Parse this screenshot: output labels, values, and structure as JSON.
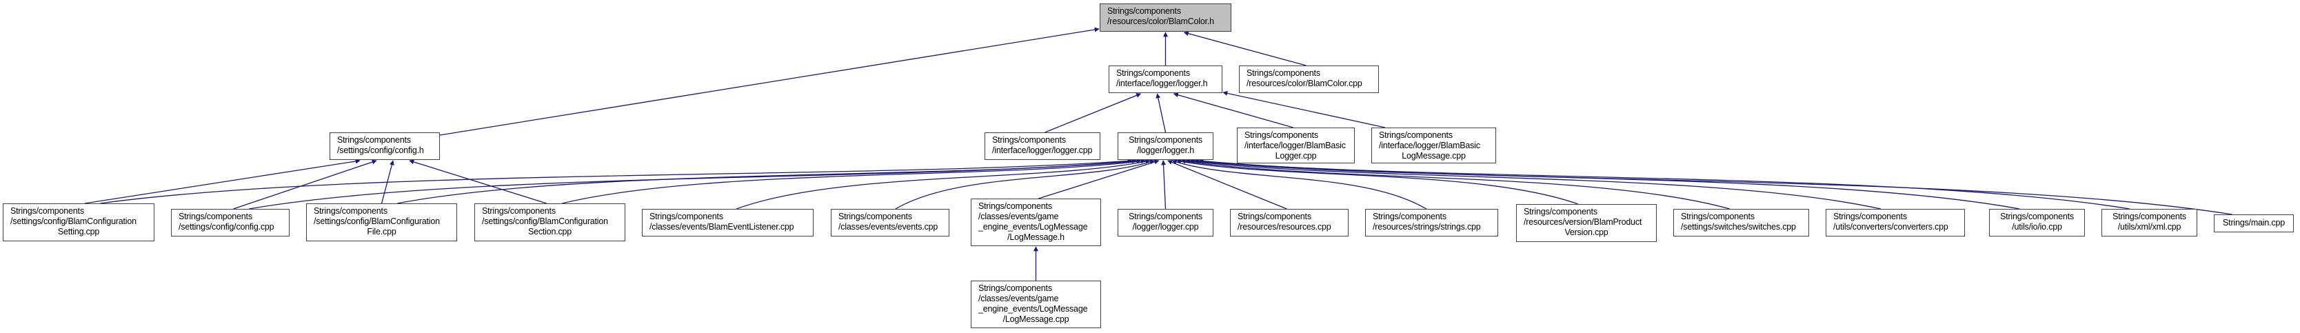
{
  "diagram": {
    "title": "Include dependency graph for Strings/components/resources/color/BlamColor.h",
    "colors": {
      "edge": "#191970",
      "node_border": "#404040",
      "focus_fill": "#bfbfbf",
      "node_fill": "#ffffff",
      "background": "#ffffff"
    },
    "nodes": [
      {
        "id": "blamcolor_h",
        "focus": true,
        "align": "left",
        "lines": [
          "Strings/components",
          "/resources/color/BlamColor.h"
        ]
      },
      {
        "id": "interface_logger_h",
        "align": "left",
        "lines": [
          "Strings/components",
          "/interface/logger/logger.h"
        ]
      },
      {
        "id": "blamcolor_cpp",
        "align": "left",
        "lines": [
          "Strings/components",
          "/resources/color/BlamColor.cpp"
        ]
      },
      {
        "id": "config_h",
        "align": "left",
        "lines": [
          "Strings/components",
          "/settings/config/config.h"
        ]
      },
      {
        "id": "interface_logger_cpp",
        "align": "left",
        "lines": [
          "Strings/components",
          "/interface/logger/logger.cpp"
        ]
      },
      {
        "id": "logger_logger_h",
        "align": "center",
        "lines": [
          "Strings/components",
          "/logger/logger.h"
        ]
      },
      {
        "id": "blambasiclogger_cpp",
        "align": "mixed",
        "lines": [
          "Strings/components",
          "/interface/logger/BlamBasic",
          "Logger.cpp"
        ]
      },
      {
        "id": "blambasiclogmessage_cpp",
        "align": "mixed",
        "lines": [
          "Strings/components",
          "/interface/logger/BlamBasic",
          "LogMessage.cpp"
        ]
      },
      {
        "id": "blamconfigsetting_cpp",
        "align": "mixed",
        "lines": [
          "Strings/components",
          "/settings/config/BlamConfiguration",
          "Setting.cpp"
        ]
      },
      {
        "id": "config_cpp",
        "align": "left",
        "lines": [
          "Strings/components",
          "/settings/config/config.cpp"
        ]
      },
      {
        "id": "blamconfigfile_cpp",
        "align": "mixed",
        "lines": [
          "Strings/components",
          "/settings/config/BlamConfiguration",
          "File.cpp"
        ]
      },
      {
        "id": "blamconfigsection_cpp",
        "align": "mixed",
        "lines": [
          "Strings/components",
          "/settings/config/BlamConfiguration",
          "Section.cpp"
        ]
      },
      {
        "id": "blameventlistener_cpp",
        "align": "left",
        "lines": [
          "Strings/components",
          "/classes/events/BlamEventListener.cpp"
        ]
      },
      {
        "id": "events_cpp",
        "align": "left",
        "lines": [
          "Strings/components",
          "/classes/events/events.cpp"
        ]
      },
      {
        "id": "logmessage_h",
        "align": "mixed",
        "lines": [
          "Strings/components",
          "/classes/events/game",
          "_engine_events/LogMessage",
          "/LogMessage.h"
        ]
      },
      {
        "id": "logger_logger_cpp",
        "align": "center",
        "lines": [
          "Strings/components",
          "/logger/logger.cpp"
        ]
      },
      {
        "id": "resources_cpp",
        "align": "left",
        "lines": [
          "Strings/components",
          "/resources/resources.cpp"
        ]
      },
      {
        "id": "strings_cpp",
        "align": "left",
        "lines": [
          "Strings/components",
          "/resources/strings/strings.cpp"
        ]
      },
      {
        "id": "blamproductversion_cpp",
        "align": "mixed",
        "lines": [
          "Strings/components",
          "/resources/version/BlamProduct",
          "Version.cpp"
        ]
      },
      {
        "id": "switches_cpp",
        "align": "left",
        "lines": [
          "Strings/components",
          "/settings/switches/switches.cpp"
        ]
      },
      {
        "id": "converters_cpp",
        "align": "left",
        "lines": [
          "Strings/components",
          "/utils/converters/converters.cpp"
        ]
      },
      {
        "id": "io_cpp",
        "align": "center",
        "lines": [
          "Strings/components",
          "/utils/io/io.cpp"
        ]
      },
      {
        "id": "xml_cpp",
        "align": "center",
        "lines": [
          "Strings/components",
          "/utils/xml/xml.cpp"
        ]
      },
      {
        "id": "main_cpp",
        "align": "center",
        "lines": [
          "Strings/main.cpp"
        ]
      },
      {
        "id": "logmessage_cpp",
        "align": "mixed",
        "lines": [
          "Strings/components",
          "/classes/events/game",
          "_engine_events/LogMessage",
          "/LogMessage.cpp"
        ]
      }
    ],
    "edges": [
      {
        "from": "interface_logger_h",
        "to": "blamcolor_h"
      },
      {
        "from": "blamcolor_cpp",
        "to": "blamcolor_h"
      },
      {
        "from": "config_h",
        "to": "blamcolor_h"
      },
      {
        "from": "interface_logger_cpp",
        "to": "interface_logger_h"
      },
      {
        "from": "logger_logger_h",
        "to": "interface_logger_h"
      },
      {
        "from": "blambasiclogger_cpp",
        "to": "interface_logger_h"
      },
      {
        "from": "blambasiclogmessage_cpp",
        "to": "interface_logger_h"
      },
      {
        "from": "blamconfigsetting_cpp",
        "to": "config_h"
      },
      {
        "from": "config_cpp",
        "to": "config_h"
      },
      {
        "from": "blamconfigfile_cpp",
        "to": "config_h"
      },
      {
        "from": "blamconfigsection_cpp",
        "to": "config_h"
      },
      {
        "from": "blamconfigsetting_cpp",
        "to": "logger_logger_h"
      },
      {
        "from": "config_cpp",
        "to": "logger_logger_h"
      },
      {
        "from": "blamconfigfile_cpp",
        "to": "logger_logger_h"
      },
      {
        "from": "blamconfigsection_cpp",
        "to": "logger_logger_h"
      },
      {
        "from": "blameventlistener_cpp",
        "to": "logger_logger_h"
      },
      {
        "from": "events_cpp",
        "to": "logger_logger_h"
      },
      {
        "from": "logmessage_h",
        "to": "logger_logger_h"
      },
      {
        "from": "logger_logger_cpp",
        "to": "logger_logger_h"
      },
      {
        "from": "resources_cpp",
        "to": "logger_logger_h"
      },
      {
        "from": "strings_cpp",
        "to": "logger_logger_h"
      },
      {
        "from": "blamproductversion_cpp",
        "to": "logger_logger_h"
      },
      {
        "from": "switches_cpp",
        "to": "logger_logger_h"
      },
      {
        "from": "converters_cpp",
        "to": "logger_logger_h"
      },
      {
        "from": "io_cpp",
        "to": "logger_logger_h"
      },
      {
        "from": "xml_cpp",
        "to": "logger_logger_h"
      },
      {
        "from": "main_cpp",
        "to": "logger_logger_h"
      },
      {
        "from": "logmessage_cpp",
        "to": "logmessage_h"
      }
    ]
  }
}
